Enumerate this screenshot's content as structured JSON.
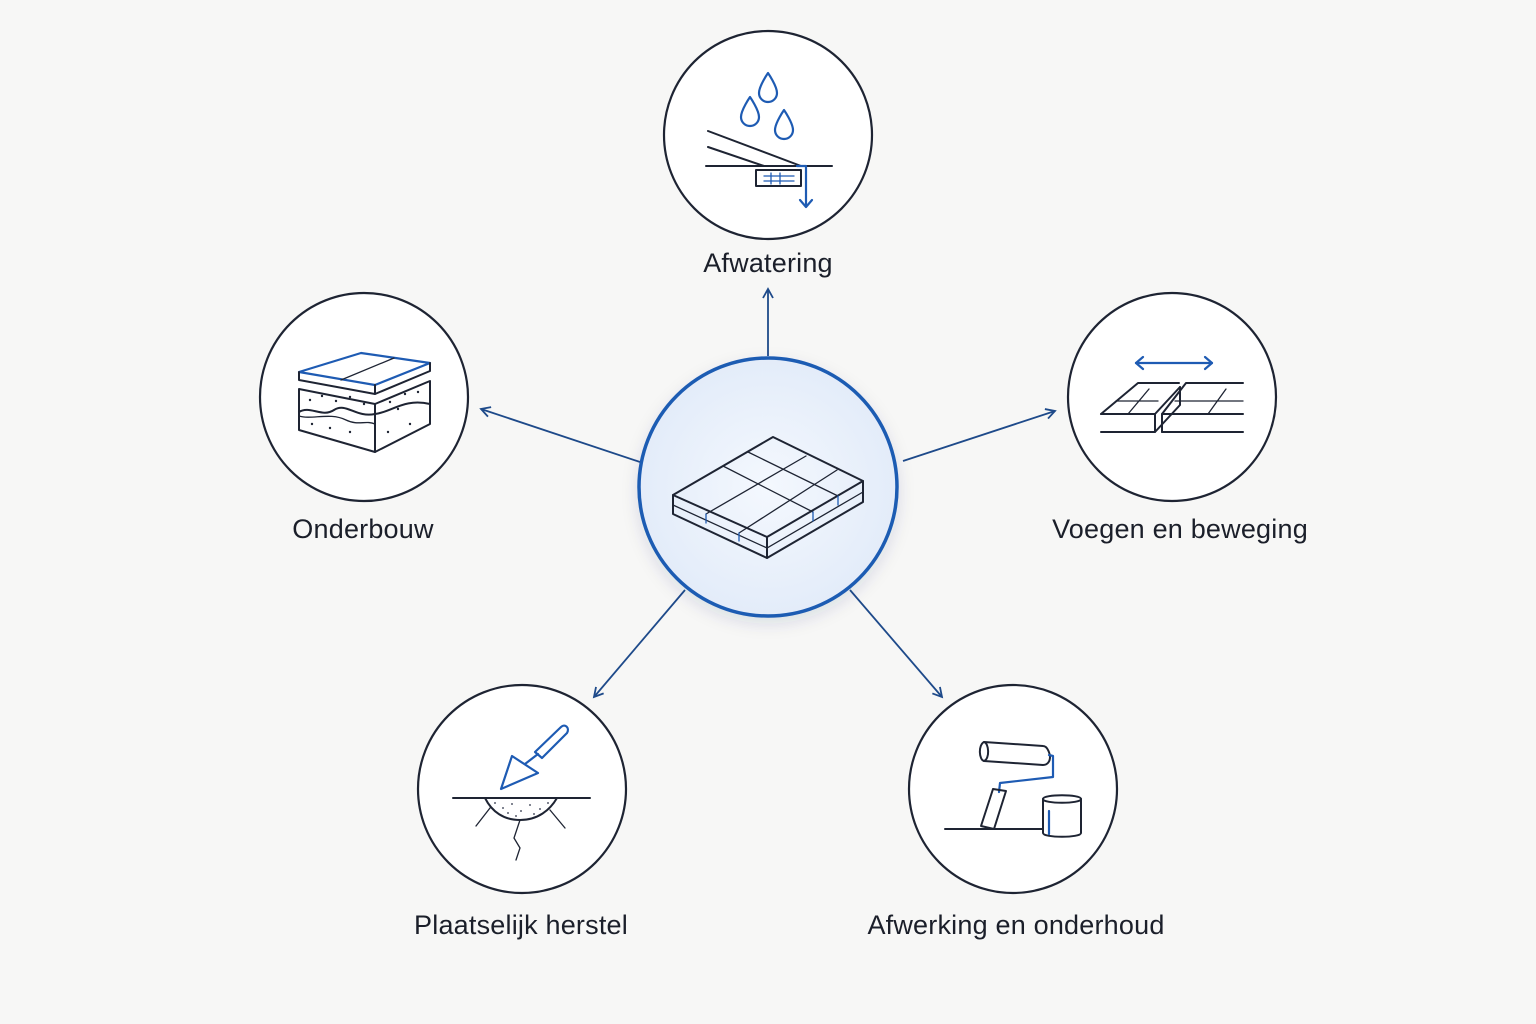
{
  "colors": {
    "accent": "#1e5bb3",
    "ink": "#1e2433",
    "center_fill": "#e9f0fb",
    "background": "#f7f7f6"
  },
  "center": {
    "icon": "paving-slab-icon"
  },
  "nodes": [
    {
      "id": "afwatering",
      "label": "Afwatering",
      "icon": "drainage-icon"
    },
    {
      "id": "onderbouw",
      "label": "Onderbouw",
      "icon": "substructure-layers-icon"
    },
    {
      "id": "voegen",
      "label": "Voegen en beweging",
      "icon": "expansion-joint-icon"
    },
    {
      "id": "herstel",
      "label": "Plaatselijk herstel",
      "icon": "trowel-repair-icon"
    },
    {
      "id": "afwerking",
      "label": "Afwerking en onderhoud",
      "icon": "paint-roller-icon"
    }
  ]
}
